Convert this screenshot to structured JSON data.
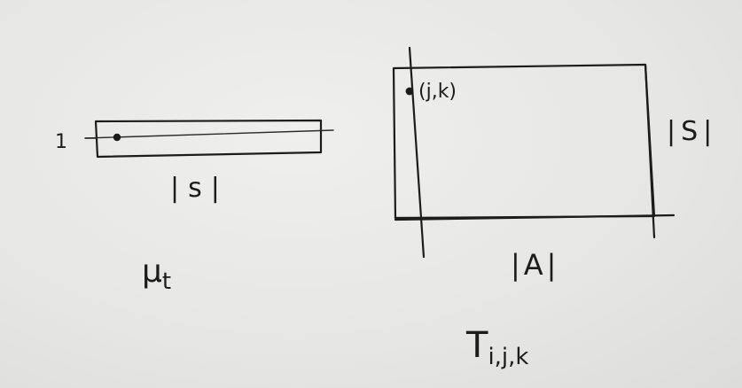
{
  "left_figure": {
    "row_label": "1",
    "width_label": "|s|",
    "caption_main": "μ",
    "caption_sub": "t"
  },
  "right_figure": {
    "point_label": "(j,k)",
    "height_label": "|S|",
    "width_label": "|A|",
    "caption_main": "T",
    "caption_sub": "i,j,k"
  },
  "colors": {
    "ink": "#1c1c1c",
    "paper": "#e9e9e7"
  }
}
